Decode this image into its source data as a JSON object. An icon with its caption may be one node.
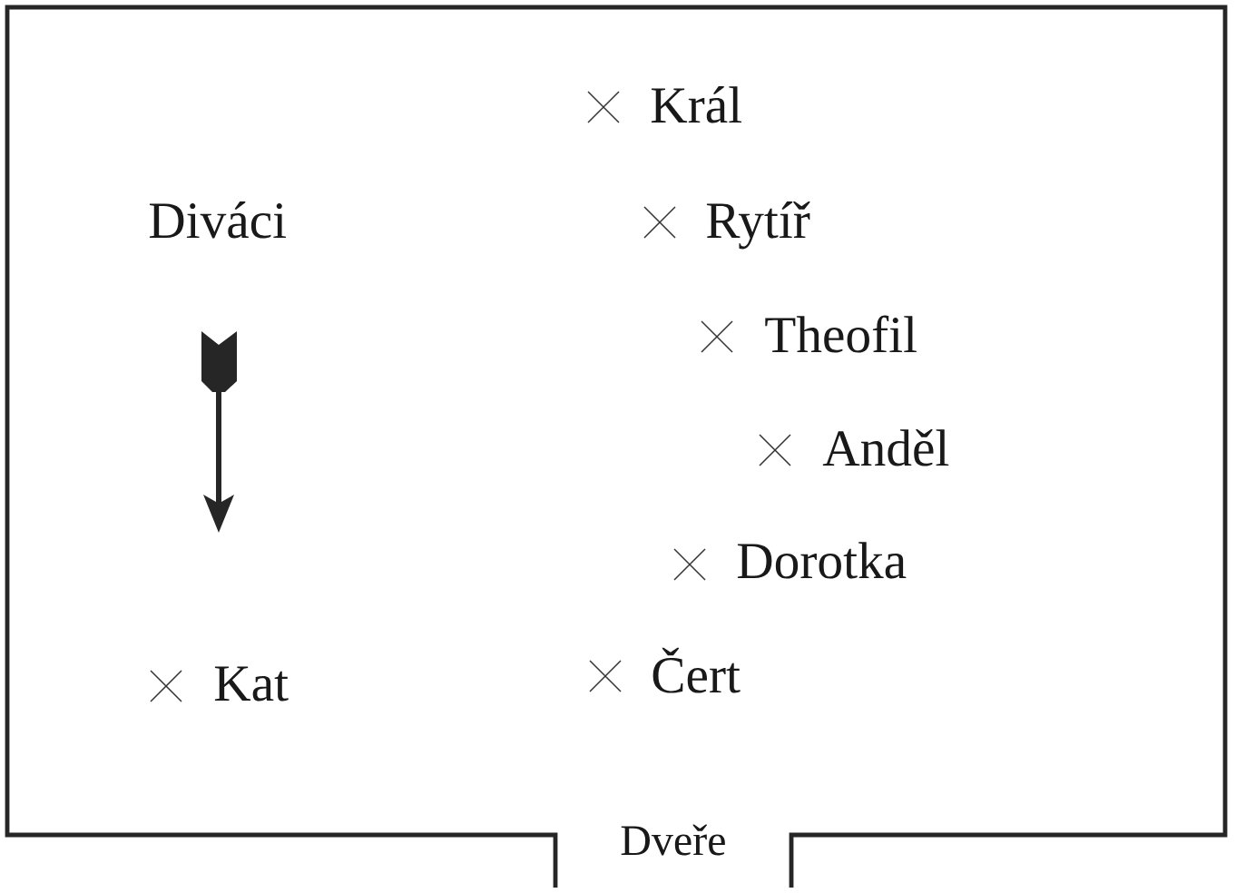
{
  "diagram": {
    "labels": [
      "Král",
      "Diváci",
      "Rytíř",
      "Theofil",
      "Anděl",
      "Dorotka",
      "Kat",
      "Čert",
      "Dveře"
    ]
  }
}
